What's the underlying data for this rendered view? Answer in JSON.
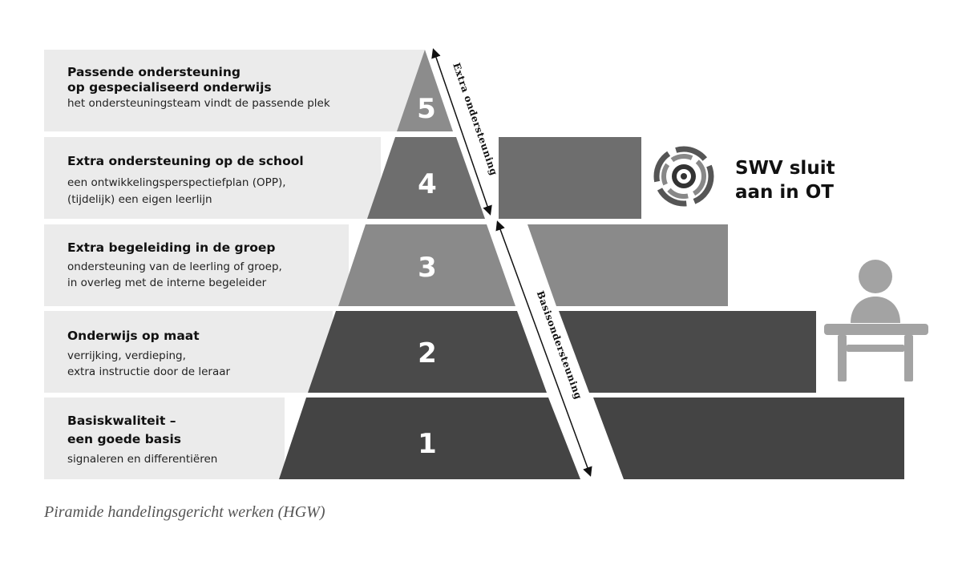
{
  "levels": [
    {
      "number": "5",
      "title_lines": [
        "Passende ondersteuning",
        "op gespecialiseerd onderwijs"
      ],
      "desc_lines": [
        "het ondersteuningsteam vindt de passende plek"
      ]
    },
    {
      "number": "4",
      "title_lines": [
        "Extra ondersteuning op de school"
      ],
      "desc_lines": [
        "een ontwikkelingsperspectiefplan (OPP),",
        "(tijdelijk) een eigen leerlijn"
      ]
    },
    {
      "number": "3",
      "title_lines": [
        "Extra begeleiding in de groep"
      ],
      "desc_lines": [
        "ondersteuning van de leerling of groep,",
        "in overleg met de interne begeleider"
      ]
    },
    {
      "number": "2",
      "title_lines": [
        "Onderwijs op maat"
      ],
      "desc_lines": [
        "verrijking, verdieping,",
        "extra instructie door de leraar"
      ]
    },
    {
      "number": "1",
      "title_lines": [
        "Basiskwaliteit –",
        "een goede basis"
      ],
      "desc_lines": [
        "signaleren en differentiëren"
      ]
    }
  ],
  "bands": {
    "extra": "Extra ondersteuning",
    "basis": "Basisondersteuning"
  },
  "swv": {
    "line1": "SWV sluit",
    "line2": "aan in OT",
    "icon": "target-icon"
  },
  "student_icon": "student-at-desk-icon",
  "caption": "Piramide handelingsgericht werken (HGW)",
  "colors": {
    "row_bg": "#ebebeb",
    "level5": "#8c8c8c",
    "level4": "#6e6e6e",
    "level3": "#8a8a8a",
    "level2": "#4a4a4a",
    "level1": "#444444",
    "icon": "#a3a3a3"
  }
}
